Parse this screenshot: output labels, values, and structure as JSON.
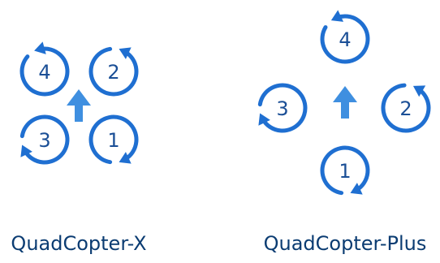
{
  "colors": {
    "rotor": "#1f6fd1",
    "direction_arrow": "#3f8fe0",
    "label": "#0b3c72",
    "number": "#1b4f96"
  },
  "configs": [
    {
      "label": "QuadCopter-X",
      "heading_icon": "up-arrow-icon",
      "rotors": [
        {
          "number": "4",
          "spin": "counter-clockwise"
        },
        {
          "number": "2",
          "spin": "counter-clockwise"
        },
        {
          "number": "3",
          "spin": "clockwise"
        },
        {
          "number": "1",
          "spin": "clockwise"
        }
      ]
    },
    {
      "label": "QuadCopter-Plus",
      "heading_icon": "up-arrow-icon",
      "rotors": [
        {
          "number": "4",
          "spin": "counter-clockwise"
        },
        {
          "number": "3",
          "spin": "clockwise"
        },
        {
          "number": "2",
          "spin": "counter-clockwise"
        },
        {
          "number": "1",
          "spin": "clockwise"
        }
      ]
    }
  ]
}
